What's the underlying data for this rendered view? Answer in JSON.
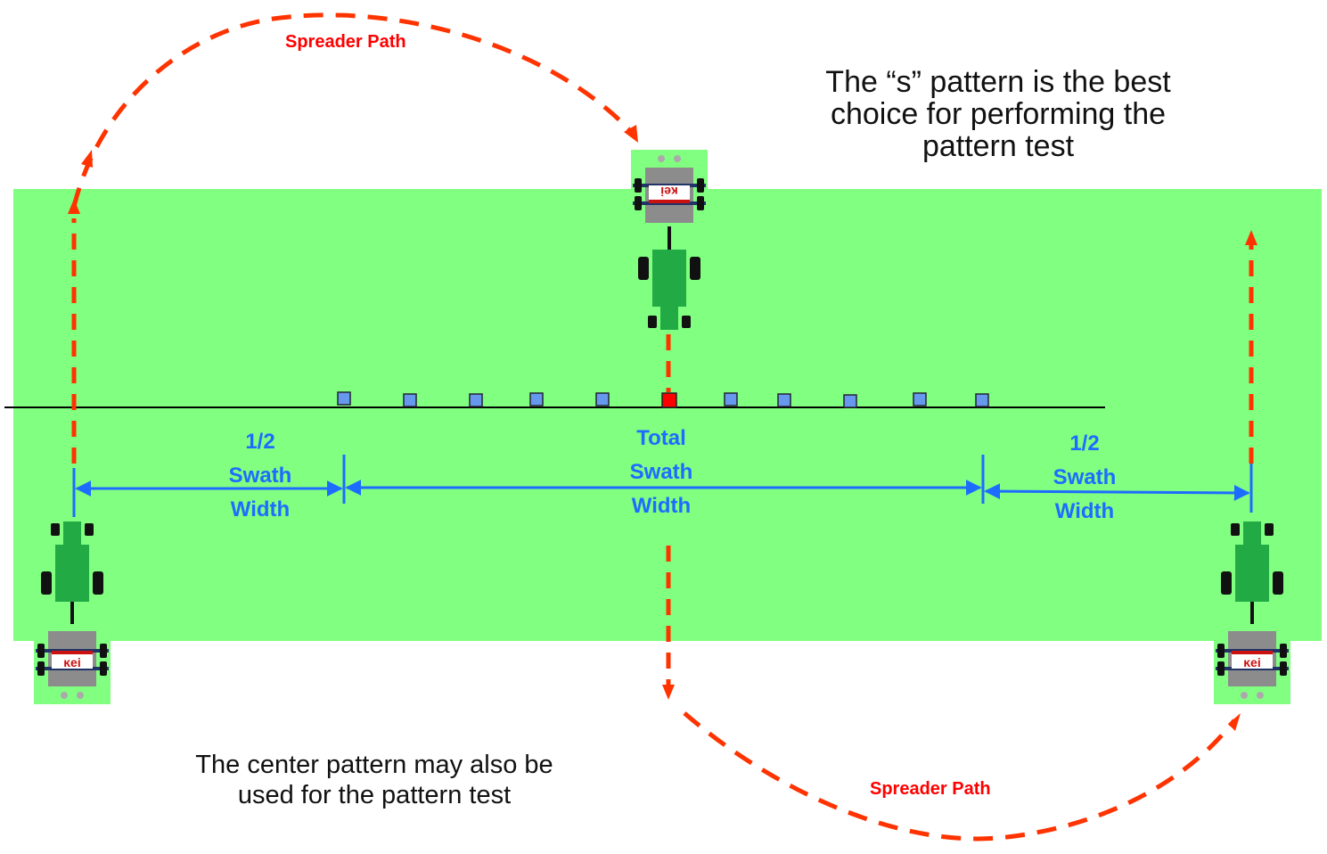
{
  "labels": {
    "spreader_path_top": "Spreader Path",
    "spreader_path_bottom": "Spreader Path",
    "s_pattern_note": "The “s” pattern is the best choice for performing the pattern test",
    "center_pattern_note": "The center pattern may also be used for the pattern test",
    "half_swath_left": "1/2\nSwath\nWidth",
    "total_swath": "Total\nSwath\nWidth",
    "half_swath_right": "1/2\nSwath\nWidth",
    "spreader_logo": "ĸei"
  },
  "colors": {
    "field": "#80ff80",
    "path": "#ff3300",
    "arrow_blue": "#1e6cff",
    "pan": "#6699ee",
    "center_pan": "#ff0000",
    "tractor": "#22aa44",
    "spreader": "#888888"
  },
  "pans": {
    "count": 11,
    "center_index": 5
  }
}
